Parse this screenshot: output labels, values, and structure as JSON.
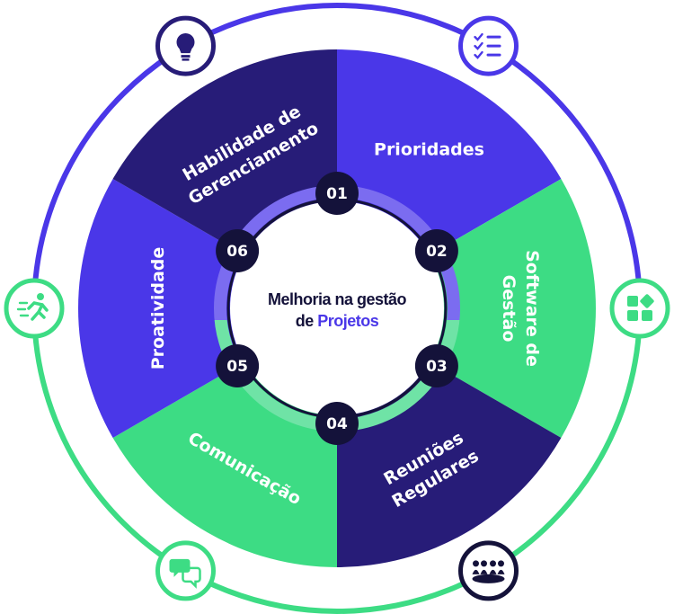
{
  "center": {
    "line1": "Melhoria na gestão",
    "line2_prefix": "de ",
    "line2_highlight": "Projetos"
  },
  "segments": [
    {
      "number": "01",
      "label": [
        "Prioridades"
      ]
    },
    {
      "number": "02",
      "label": [
        "Software de",
        "Gestão"
      ]
    },
    {
      "number": "03",
      "label": [
        "Reuniões",
        "Regulares"
      ]
    },
    {
      "number": "04",
      "label": [
        "Comunicação"
      ]
    },
    {
      "number": "05",
      "label": [
        "Proatividade"
      ]
    },
    {
      "number": "06",
      "label": [
        "Habilidade de",
        "Gerenciamento"
      ]
    }
  ],
  "icons": [
    {
      "name": "lightbulb-icon"
    },
    {
      "name": "checklist-icon"
    },
    {
      "name": "blocks-icon"
    },
    {
      "name": "team-meeting-icon"
    },
    {
      "name": "chat-bubbles-icon"
    },
    {
      "name": "running-person-icon"
    }
  ],
  "colors": {
    "purple": "#4a37e8",
    "dark_purple": "#271c78",
    "green": "#3ddc84",
    "dark_navy": "#14123a",
    "highlight": "#4a37e8"
  }
}
